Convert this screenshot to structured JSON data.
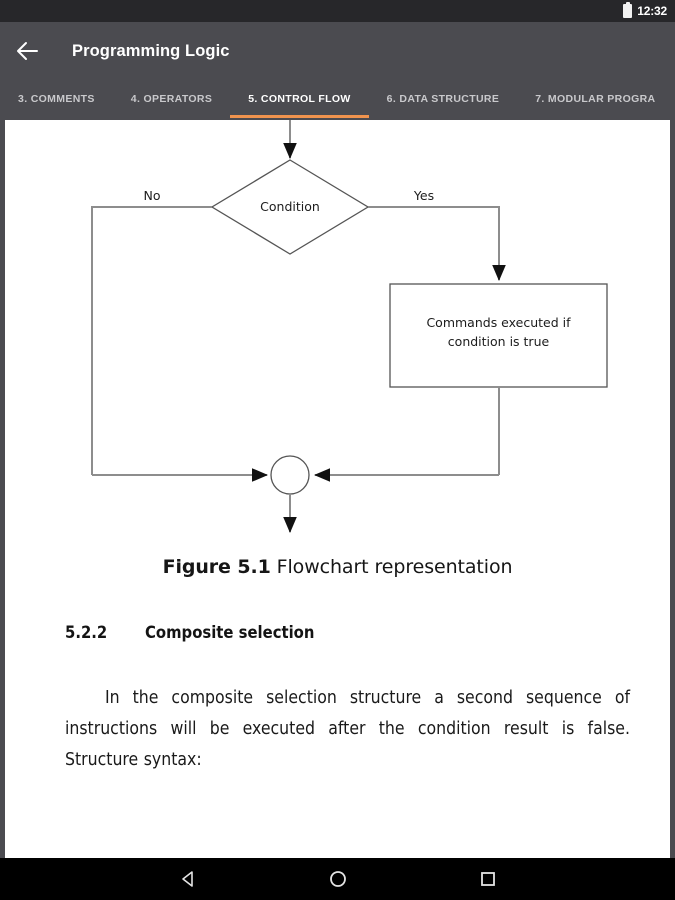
{
  "status_bar": {
    "time": "12:32",
    "battery_icon": "battery-full-icon"
  },
  "app_bar": {
    "back_icon": "back-arrow-icon",
    "title": "Programming Logic"
  },
  "tabs": [
    {
      "label": "3. COMMENTS",
      "active": false
    },
    {
      "label": "4. OPERATORS",
      "active": false
    },
    {
      "label": "5. CONTROL FLOW",
      "active": true
    },
    {
      "label": "6. DATA STRUCTURE",
      "active": false
    },
    {
      "label": "7. MODULAR PROGRA",
      "active": false
    }
  ],
  "colors": {
    "app_bar": "#4b4b50",
    "status_bar": "#27272a",
    "tab_indicator": "#f0934e",
    "tab_active_text": "#ffffff",
    "tab_inactive_text": "#c9c9cc",
    "page_background": "#ffffff",
    "nav_bar": "#000000",
    "diagram_stroke": "#888888",
    "shape_stroke": "#555555"
  },
  "document": {
    "flowchart": {
      "decision_label": "Condition",
      "branch_false_label": "No",
      "branch_true_label": "Yes",
      "process_line_1": "Commands executed if",
      "process_line_2": "condition is true",
      "junction": "merge-circle"
    },
    "figure_caption": {
      "number": "Figure 5.1",
      "text": "Flowchart representation"
    },
    "section": {
      "number": "5.2.2",
      "title": "Composite selection"
    },
    "paragraph": "In the composite selection structure a second sequence of instructions will be executed after the condition result is false. Structure syntax:"
  },
  "nav_bar": {
    "back": "back-triangle-icon",
    "home": "home-circle-icon",
    "recents": "recents-square-icon"
  }
}
